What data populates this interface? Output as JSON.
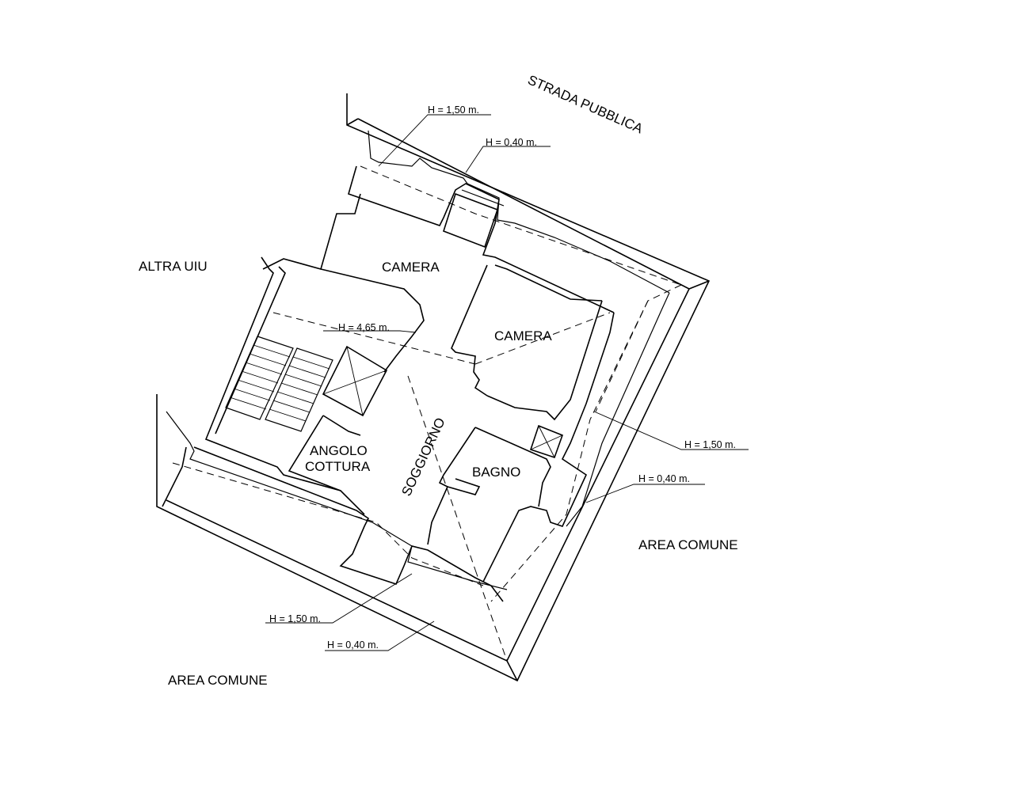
{
  "labels": {
    "strada_pubblica": "STRADA PUBBLICA",
    "altra_uiu": "ALTRA UIU",
    "area_comune_right": "AREA COMUNE",
    "area_comune_bottom": "AREA COMUNE",
    "camera_1": "CAMERA",
    "camera_2": "CAMERA",
    "soggiorno": "SOGGIORNO",
    "angolo_cottura_1": "ANGOLO",
    "angolo_cottura_2": "COTTURA",
    "bagno": "BAGNO"
  },
  "heights": {
    "top_parapet": "H = 1,50 m.",
    "top_gutter": "H = 0,40 m.",
    "center_ridge": "H = 4,65 m.",
    "right_parapet": "H = 1,50 m.",
    "right_gutter": "H = 0,40 m.",
    "bottom_parapet": "H = 1,50 m.",
    "bottom_gutter": "H = 0,40 m."
  }
}
